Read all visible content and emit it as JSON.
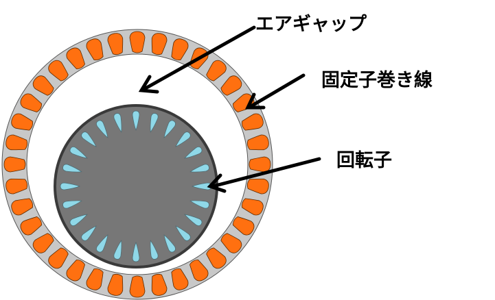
{
  "labels": {
    "air_gap": "エアギャップ",
    "stator_winding": "固定子巻き線",
    "rotor": "回転子"
  },
  "colors": {
    "stator_core": "#c8c8c8",
    "stator_winding": "#ff7010",
    "rotor_core": "#777777",
    "rotor_bar": "#8fd8e8",
    "outline": "#3a3a3a"
  },
  "counts": {
    "stator_slots": 36,
    "rotor_bars": 24
  }
}
